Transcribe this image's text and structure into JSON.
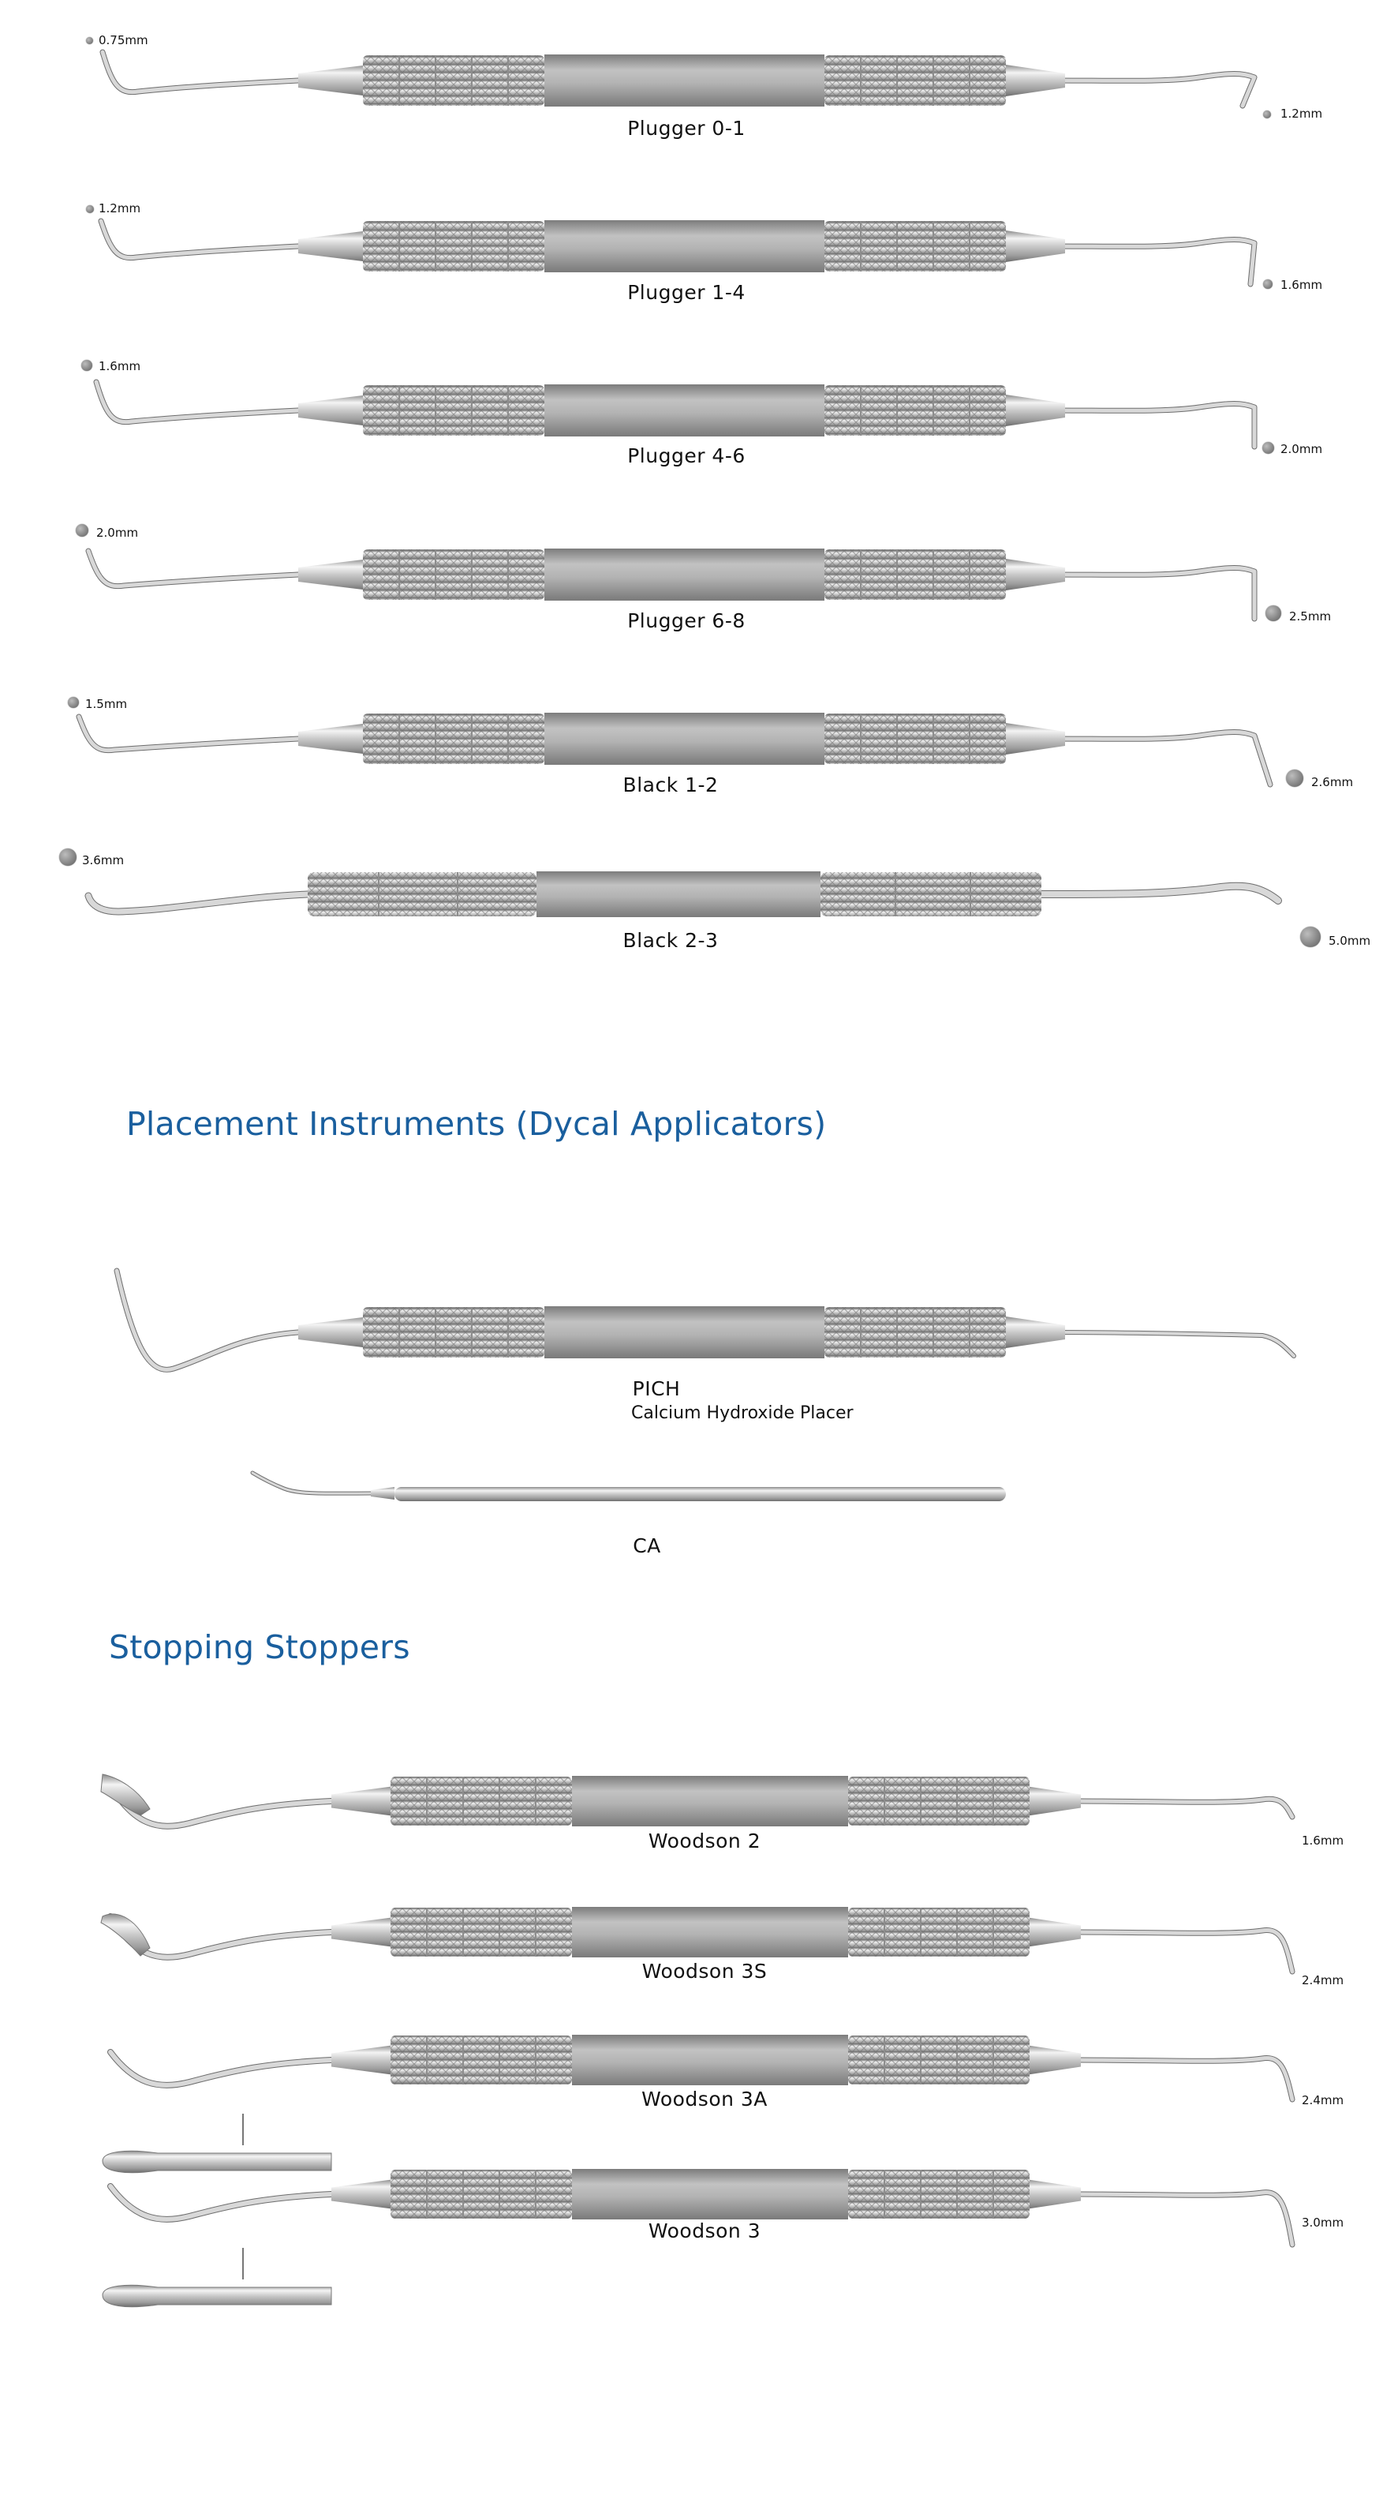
{
  "colors": {
    "heading": "#1a5f9e",
    "steel": "#b8b8b8",
    "steel_dark": "#7e7e7e",
    "steel_light": "#efefef"
  },
  "headings": {
    "placement": "Placement Instruments (Dycal Applicators)",
    "stoppers": "Stopping Stoppers"
  },
  "instruments": [
    {
      "name": "Plugger 0-1",
      "left_size": "0.75mm",
      "right_size": "1.2mm"
    },
    {
      "name": "Plugger 1-4",
      "left_size": "1.2mm",
      "right_size": "1.6mm"
    },
    {
      "name": "Plugger 4-6",
      "left_size": "1.6mm",
      "right_size": "2.0mm"
    },
    {
      "name": "Plugger 6-8",
      "left_size": "2.0mm",
      "right_size": "2.5mm"
    },
    {
      "name": "Black 1-2",
      "left_size": "1.5mm",
      "right_size": "2.6mm"
    },
    {
      "name": "Black 2-3",
      "left_size": "3.6mm",
      "right_size": "5.0mm"
    }
  ],
  "placement_instruments": [
    {
      "name": "PICH",
      "description": "Calcium Hydroxide Placer"
    },
    {
      "name": "CA"
    }
  ],
  "stoppers": [
    {
      "name": "Woodson 2",
      "right_size": "1.6mm"
    },
    {
      "name": "Woodson 3S",
      "right_size": "2.4mm"
    },
    {
      "name": "Woodson 3A",
      "right_size": "2.4mm"
    },
    {
      "name": "Woodson 3",
      "right_size": "3.0mm"
    }
  ]
}
